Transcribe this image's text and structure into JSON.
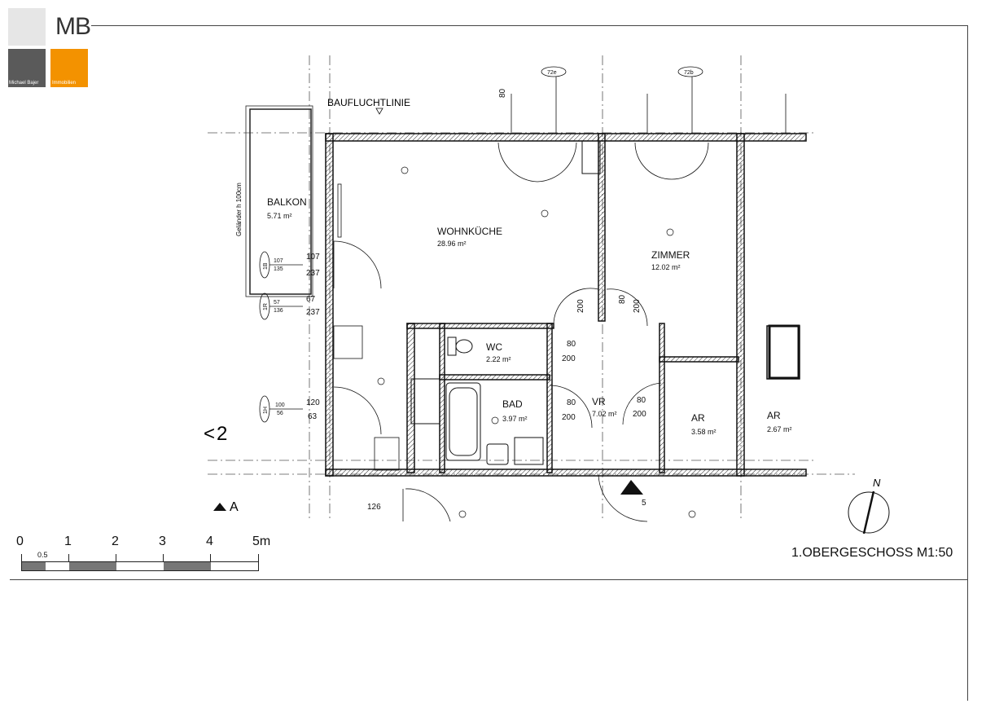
{
  "brand": {
    "logo_text": "MB",
    "caption_left": "Michael Bajer",
    "caption_right": "Immobilien",
    "colors": {
      "gray": "#5a5a5a",
      "light": "#e6e6e6",
      "orange": "#f39200"
    }
  },
  "plan": {
    "top_label": "BAUFLUCHTLINIE",
    "balcony_side_label": "Geländer h 100cm",
    "section_marker": "A",
    "section_number": "2",
    "entrance_number": "5",
    "rooms": [
      {
        "id": "balkon",
        "name": "BALKON",
        "area": "5.71 m²"
      },
      {
        "id": "wohnkueche",
        "name": "WOHNKÜCHE",
        "area": "28.96 m²"
      },
      {
        "id": "zimmer",
        "name": "ZIMMER",
        "area": "12.02 m²"
      },
      {
        "id": "wc",
        "name": "WC",
        "area": "2.22 m²"
      },
      {
        "id": "bad",
        "name": "BAD",
        "area": "3.97 m²"
      },
      {
        "id": "vr",
        "name": "VR",
        "area": "7.02 m²"
      },
      {
        "id": "ar1",
        "name": "AR",
        "area": "3.58 m²"
      },
      {
        "id": "ar2",
        "name": "AR",
        "area": "2.67 m²"
      }
    ],
    "dimensions": [
      {
        "id": "d1",
        "text": "107"
      },
      {
        "id": "d2",
        "text": "237"
      },
      {
        "id": "d3",
        "text": "67"
      },
      {
        "id": "d4",
        "text": "237"
      },
      {
        "id": "d5",
        "text": "120"
      },
      {
        "id": "d6",
        "text": "63"
      },
      {
        "id": "d7",
        "text": "126"
      },
      {
        "id": "d8",
        "text": "200"
      },
      {
        "id": "d9",
        "text": "80"
      },
      {
        "id": "d10",
        "text": "200"
      },
      {
        "id": "d11",
        "text": "80"
      },
      {
        "id": "d12",
        "text": "200"
      },
      {
        "id": "d13",
        "text": "80"
      },
      {
        "id": "d14",
        "text": "200"
      },
      {
        "id": "d15",
        "text": "80"
      },
      {
        "id": "d16",
        "text": "200"
      },
      {
        "id": "d17",
        "text": "80"
      }
    ],
    "window_tags": [
      {
        "id": "w1",
        "top": "107",
        "bottom": "135",
        "code": "1B"
      },
      {
        "id": "w2",
        "top": "57",
        "bottom": "136",
        "code": "1R"
      },
      {
        "id": "w3",
        "top": "100",
        "bottom": "56",
        "code": "1H"
      }
    ],
    "top_window_codes": [
      "72e",
      "72b"
    ]
  },
  "scale_bar": {
    "labels": [
      "0",
      "1",
      "2",
      "3",
      "4",
      "5m"
    ],
    "half_label": "0.5"
  },
  "floor_title": "1.OBERGESCHOSS  M1:50",
  "north_label": "N"
}
